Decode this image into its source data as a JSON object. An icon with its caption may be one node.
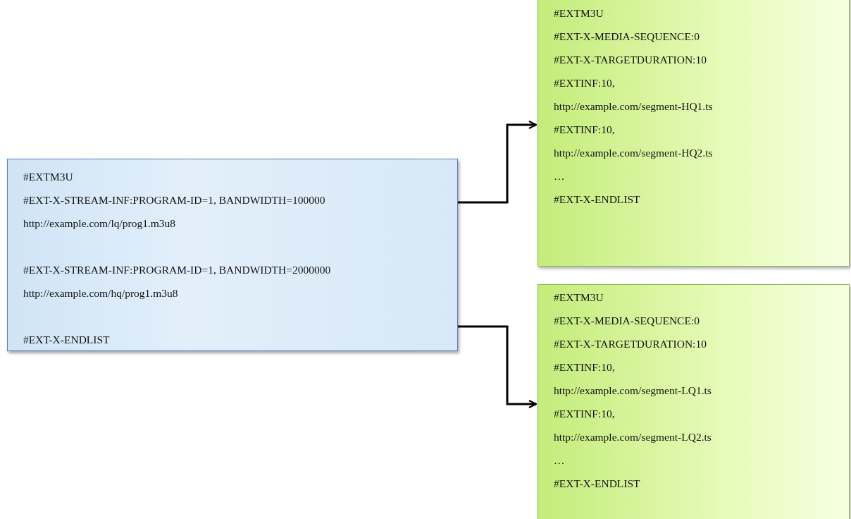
{
  "diagram": {
    "nodes": [
      {
        "text": [
          "#EXTM3U",
          "#EXT-X-STREAM-INF:PROGRAM-ID=1, BANDWIDTH=100000",
          "http://example.com/lq/prog1.m3u8",
          "#EXT-X-STREAM-INF:PROGRAM-ID=1, BANDWIDTH=2000000",
          "http://example.com/hq/prog1.m3u8",
          "#EXT-X-ENDLIST"
        ]
      },
      {
        "text": [
          "#EXTM3U",
          "#EXT-X-MEDIA-SEQUENCE:0",
          "#EXT-X-TARGETDURATION:10",
          "#EXTINF:10,",
          "http://example.com/segment-HQ1.ts",
          "#EXTINF:10,",
          "http://example.com/segment-HQ2.ts",
          "…",
          "#EXT-X-ENDLIST"
        ]
      },
      {
        "text": [
          "#EXTM3U",
          "#EXT-X-MEDIA-SEQUENCE:0",
          "#EXT-X-TARGETDURATION:10",
          "#EXTINF:10,",
          "http://example.com/segment-LQ1.ts",
          "#EXTINF:10,",
          "http://example.com/segment-LQ2.ts",
          "…",
          "#EXT-X-ENDLIST"
        ]
      }
    ],
    "edges": [
      {
        "from": 0,
        "to": 1,
        "arrow": "to"
      },
      {
        "from": 0,
        "to": 2,
        "arrow": "to"
      }
    ]
  }
}
